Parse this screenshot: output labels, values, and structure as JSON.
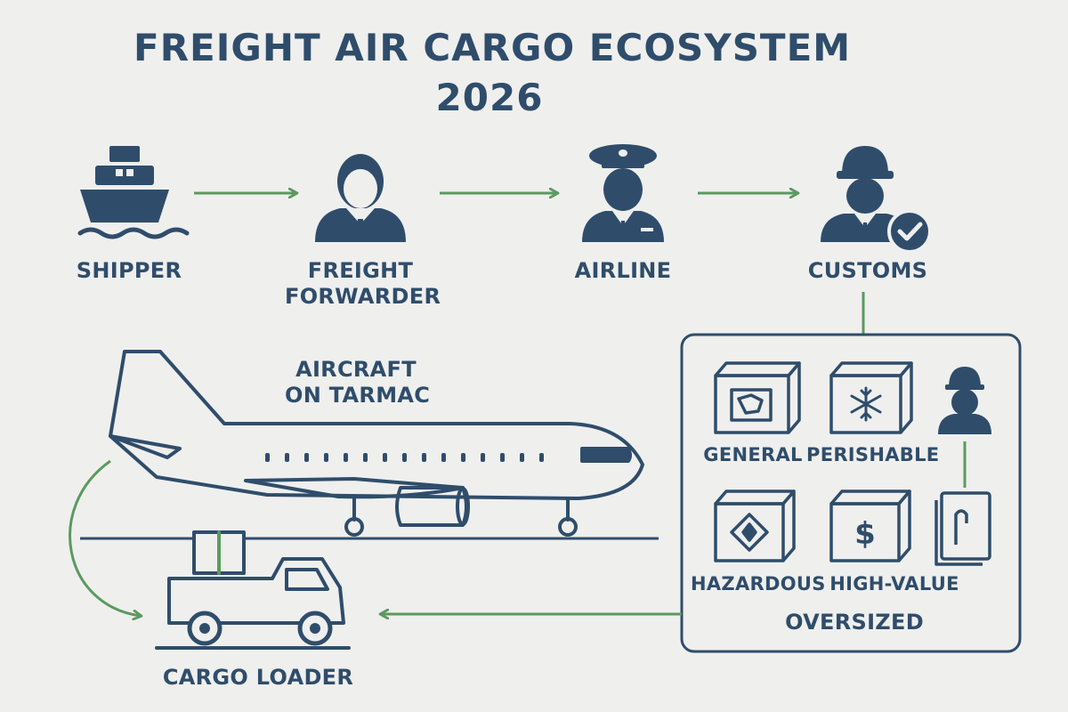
{
  "title": {
    "line1": "FREIGHT AIR CARGO ECOSYSTEM",
    "line2": "2026"
  },
  "flow": [
    {
      "id": "shipper",
      "label": "SHIPPER",
      "icon": "ship-icon"
    },
    {
      "id": "freight-forwarder",
      "label_line1": "FREIGHT",
      "label_line2": "FORWARDER",
      "icon": "businessman-icon"
    },
    {
      "id": "airline",
      "label": "AIRLINE",
      "icon": "pilot-icon"
    },
    {
      "id": "customs",
      "label": "CUSTOMS",
      "icon": "customs-officer-check-icon"
    }
  ],
  "aircraft": {
    "label_line1": "AIRCRAFT",
    "label_line2": "ON TARMAC",
    "icon": "airplane-icon"
  },
  "loader": {
    "label": "CARGO LOADER",
    "icon": "cargo-truck-icon"
  },
  "cargo_types": {
    "general": "GENERAL",
    "perishable": "PERISHABLE",
    "hazardous": "HAZARDOUS",
    "high_value": "HIGH-VALUE",
    "oversized": "OVERSIZED"
  },
  "icons": {
    "general": "box-icon",
    "perishable": "snowflake-box-icon",
    "hazardous": "hazard-box-icon",
    "high_value": "dollar-box-icon",
    "oversized": "oversized-crate-icon",
    "inspector": "inspector-icon"
  },
  "colors": {
    "primary": "#2f4d6b",
    "arrow": "#5a9a5f",
    "background": "#efefee"
  }
}
